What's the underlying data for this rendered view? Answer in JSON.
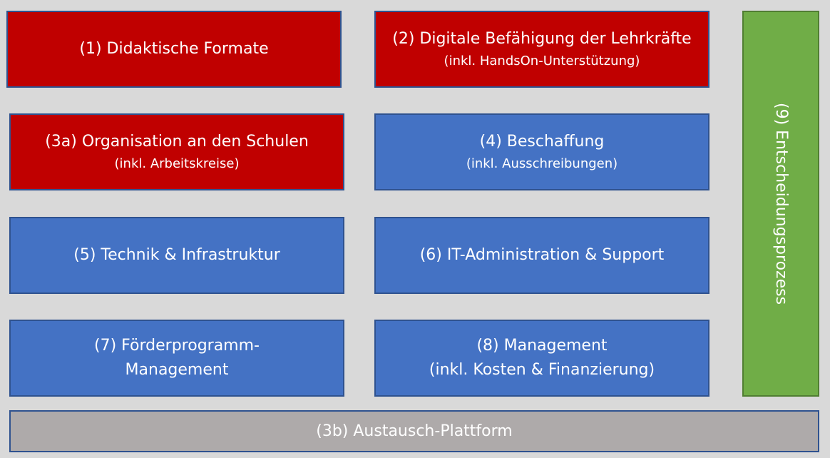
{
  "diagram": {
    "boxes": {
      "b1": {
        "title": "(1) Didaktische Formate",
        "color": "#c00000"
      },
      "b2": {
        "title": "(2) Digitale Befähigung der Lehrkräfte",
        "subtitle": "(inkl. HandsOn-Unterstützung)",
        "color": "#c00000"
      },
      "b3a": {
        "title": "(3a) Organisation an den Schulen",
        "subtitle": "(inkl. Arbeitskreise)",
        "color": "#c00000"
      },
      "b4": {
        "title": "(4) Beschaffung",
        "subtitle": "(inkl. Ausschreibungen)",
        "color": "#4472c4"
      },
      "b5": {
        "title": "(5) Technik & Infrastruktur",
        "color": "#4472c4"
      },
      "b6": {
        "title": "(6) IT-Administration & Support",
        "color": "#4472c4"
      },
      "b7": {
        "title_line1": "(7) Förderprogramm-",
        "title_line2": "Management",
        "color": "#4472c4"
      },
      "b8": {
        "title": "(8) Management",
        "subtitle": "(inkl. Kosten & Finanzierung)",
        "color": "#4472c4"
      },
      "b9": {
        "title": "(9) Entscheidungsprozess",
        "color": "#70ad47"
      },
      "b3b": {
        "title": "(3b) Austausch-Plattform",
        "color": "#aeaaaa"
      }
    }
  }
}
